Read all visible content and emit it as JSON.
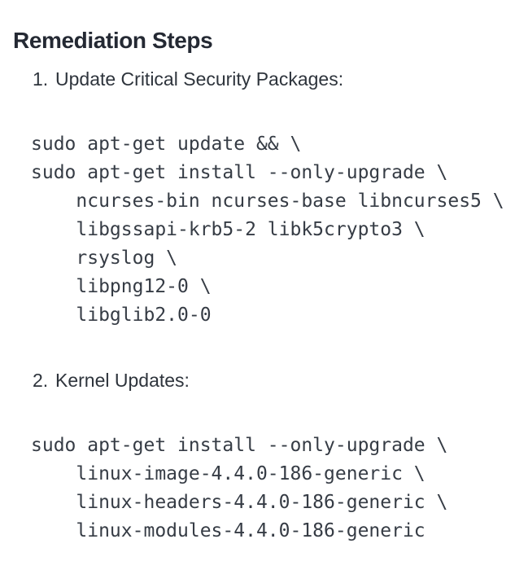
{
  "document": {
    "title": "Remediation Steps"
  },
  "steps": [
    {
      "number": "1.",
      "label": "Update Critical Security Packages:",
      "code": [
        "sudo apt-get update && \\",
        "sudo apt-get install --only-upgrade \\",
        "    ncurses-bin ncurses-base libncurses5 \\",
        "    libgssapi-krb5-2 libk5crypto3 \\",
        "    rsyslog \\",
        "    libpng12-0 \\",
        "    libglib2.0-0"
      ]
    },
    {
      "number": "2.",
      "label": "Kernel Updates:",
      "code": [
        "sudo apt-get install --only-upgrade \\",
        "    linux-image-4.4.0-186-generic \\",
        "    linux-headers-4.4.0-186-generic \\",
        "    linux-modules-4.4.0-186-generic"
      ]
    }
  ],
  "colors": {
    "background": "#ffffff",
    "heading_text": "#242933",
    "body_text": "#2e343c",
    "code_text": "#363c45"
  }
}
